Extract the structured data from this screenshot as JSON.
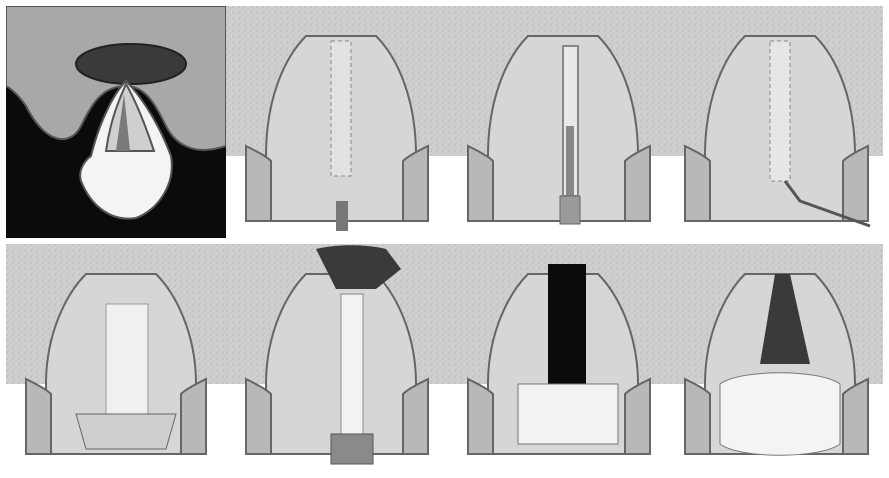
{
  "figure": {
    "panels": [
      {
        "id": "panel-1",
        "step": 1,
        "content": "tooth-with-lesion"
      },
      {
        "id": "panel-2",
        "step": 2,
        "content": "root-with-post-space-marks"
      },
      {
        "id": "panel-3",
        "step": 3,
        "content": "root-with-drill"
      },
      {
        "id": "panel-4",
        "step": 4,
        "content": "root-with-instrument"
      },
      {
        "id": "panel-5",
        "step": 5,
        "content": "prepared-canal"
      },
      {
        "id": "panel-6",
        "step": 6,
        "content": "threaded-post-inserted"
      },
      {
        "id": "panel-7",
        "step": 7,
        "content": "post-cemented"
      },
      {
        "id": "panel-8",
        "step": 8,
        "content": "final-crown"
      }
    ],
    "colors": {
      "bone": "#c9c9c9",
      "gum": "#b8b8b8",
      "root": "#d6d6d6",
      "dark": "#3a3a3a",
      "black": "#0b0b0b",
      "white": "#f4f4f4",
      "outline": "#555555"
    }
  }
}
